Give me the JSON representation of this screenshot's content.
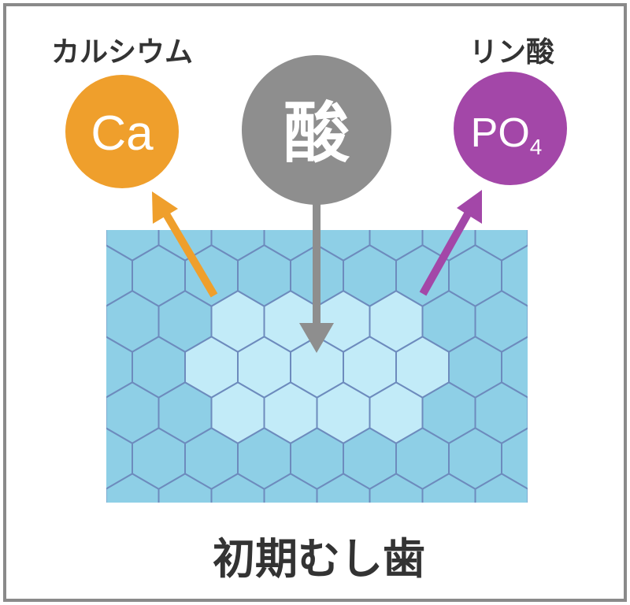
{
  "labels": {
    "calcium": "カルシウム",
    "phosphate": "リン酸",
    "caption": "初期むし歯"
  },
  "circles": {
    "calcium": {
      "symbol": "Ca",
      "color": "#ef9f2c"
    },
    "acid": {
      "symbol": "酸",
      "color": "#8e8e8e"
    },
    "phosphate": {
      "symbol": "PO",
      "subscript": "4",
      "color": "#a347a8"
    }
  },
  "colors": {
    "enamel": "#8ecfe6",
    "demineralized": "#c2ebf8",
    "hex_stroke": "#6d8bbd",
    "frame": "#8a8a8a"
  }
}
